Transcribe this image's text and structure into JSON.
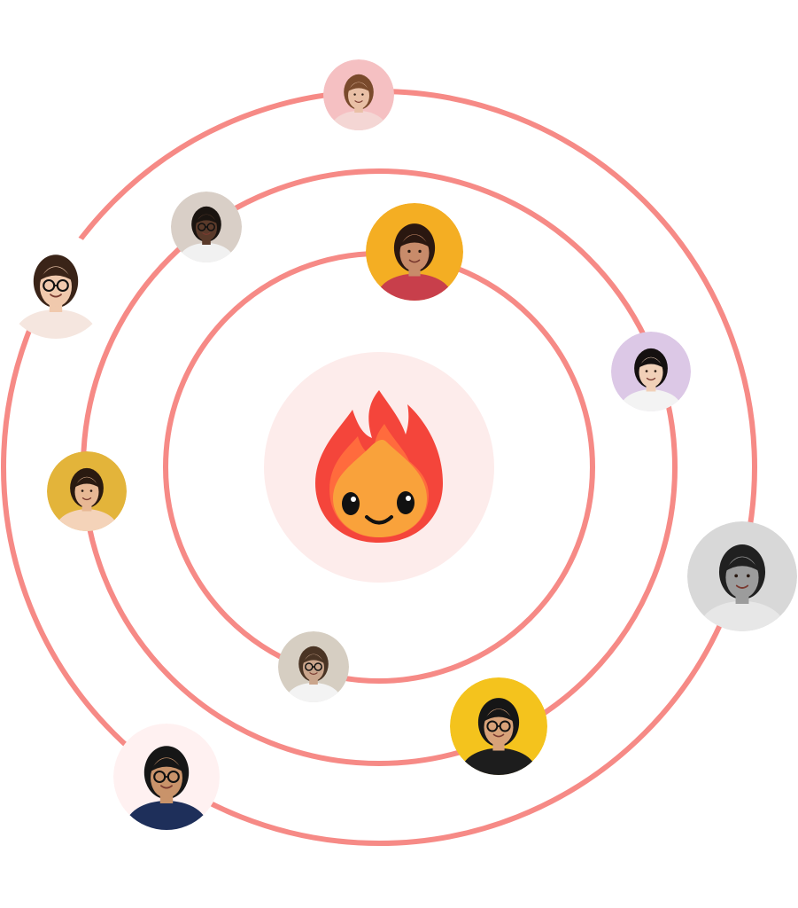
{
  "colors": {
    "ring": "#f68a86",
    "center_glow": "#fdeceb",
    "flame_outer": "#f4453b",
    "flame_mid": "#ff6b3d",
    "flame_inner": "#ffb347",
    "face_bg": "#f9a23b",
    "eye": "#111111"
  },
  "center_icon": "fire-mascot-icon",
  "avatars": [
    {
      "id": "woman-pink-top",
      "bg": "#f5c0c2",
      "skin": "#e9c0a6",
      "hair": "#7a4a2c",
      "shirt": "#f4d6d4",
      "glasses": false
    },
    {
      "id": "man-glasses-top-left",
      "bg": "#d9cfc7",
      "skin": "#5a3a2a",
      "hair": "#1a1410",
      "shirt": "#f1f1f1",
      "glasses": true
    },
    {
      "id": "woman-glasses-left",
      "bg": "#ffffff",
      "skin": "#f0c9ad",
      "hair": "#3a2418",
      "shirt": "#f5e6df",
      "glasses": true
    },
    {
      "id": "woman-curly-yellow",
      "bg": "#f4ae23",
      "skin": "#c88b6a",
      "hair": "#2a1710",
      "shirt": "#c83f4b",
      "glasses": false
    },
    {
      "id": "woman-braids-purple",
      "bg": "#dcc8e6",
      "skin": "#f1d0b8",
      "hair": "#151010",
      "shirt": "#f3f3f3",
      "glasses": false
    },
    {
      "id": "woman-bun-yellow",
      "bg": "#e3b43a",
      "skin": "#e8b894",
      "hair": "#2a1a10",
      "shirt": "#f4d3b9",
      "glasses": false
    },
    {
      "id": "man-bw-right",
      "bg": "#d8d8d8",
      "skin": "#9c9c9c",
      "hair": "#202020",
      "shirt": "#e7e7e7",
      "glasses": false
    },
    {
      "id": "man-bottom-center",
      "bg": "#d6cec2",
      "skin": "#caa58c",
      "hair": "#4a3424",
      "shirt": "#f3f3f3",
      "glasses": true
    },
    {
      "id": "man-glasses-yellow",
      "bg": "#f4c31d",
      "skin": "#d8a279",
      "hair": "#161616",
      "shirt": "#1d1d1d",
      "glasses": true
    },
    {
      "id": "man-glasses-bottom-left",
      "bg": "#fff1f1",
      "skin": "#c9936a",
      "hair": "#161616",
      "shirt": "#1e2f5a",
      "glasses": true
    }
  ]
}
